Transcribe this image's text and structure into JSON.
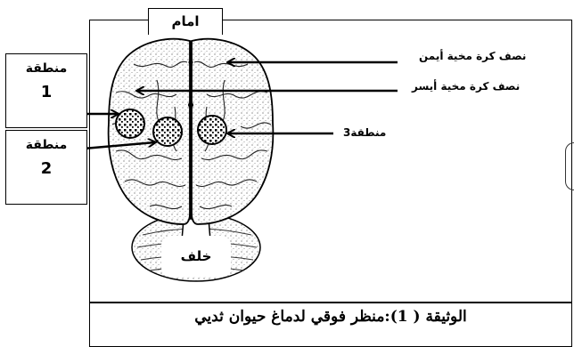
{
  "labels": {
    "front": "امام",
    "back": "خلف",
    "right_hemisphere": "نصف كرة مخية أيمن",
    "left_hemisphere": "نصف كرة مخية أيسر",
    "zone3": "منطقة3"
  },
  "zone_boxes": [
    {
      "word": "منطقة",
      "number": "1"
    },
    {
      "word": "منطقة",
      "number": "2"
    }
  ],
  "caption": {
    "line1": "الوثيقة ( 1):منظر فوقي لدماغ حيوان ثديي",
    "line2": ""
  }
}
